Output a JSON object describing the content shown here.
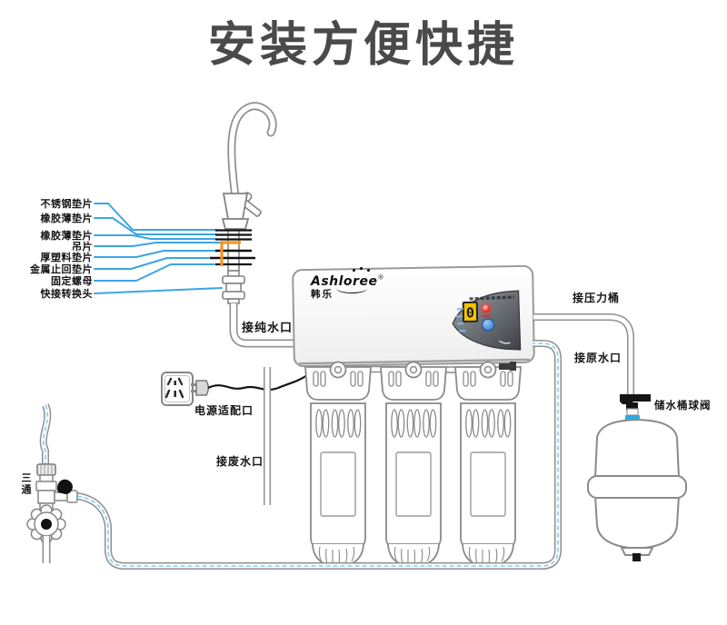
{
  "title": "安装方便快捷",
  "brand": {
    "name": "Ashloree",
    "reg": "®",
    "cn": "韩乐"
  },
  "machine_panel": {
    "display_value": "0"
  },
  "labels": {
    "left": [
      "不锈钢垫片",
      "橡胶薄垫片",
      "橡胶薄垫片",
      "吊片",
      "厚塑料垫片",
      "金属止回垫片",
      "固定螺母",
      "快接转换头"
    ],
    "pure_water_port": "接纯水口",
    "pressure_tank": "接压力桶",
    "raw_water_port": "接原水口",
    "tank_ball_valve": "储水桶球阀",
    "power_adapter_port": "电源适配口",
    "waste_water_port": "接废水口",
    "tee": "三通"
  },
  "colors": {
    "title_gray": "#4a4a4a",
    "leader_line_blue": "#3AA5E5",
    "highlight_orange": "#F7941D",
    "tube_dash_blue": "#7FCDEF",
    "tank_fitting_blue": "#29ABE2",
    "led_red": "#FF2D1F",
    "button_blue": "#2D7DD2",
    "display_yellow": "#F5C400"
  }
}
